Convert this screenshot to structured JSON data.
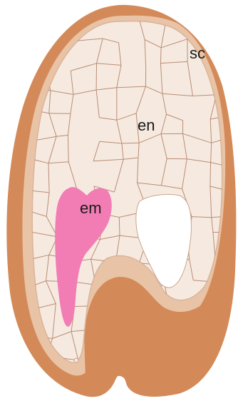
{
  "labels": {
    "seed_coat": "sc",
    "endosperm": "en",
    "embryo": "em"
  },
  "colors": {
    "seed_coat_outer": "#D48A58",
    "seed_coat_inner": "#E8C3A6",
    "endosperm_fill": "#F6EAE0",
    "endosperm_cell_wall": "#B98C74",
    "embryo": "#F27DB5",
    "cavity": "#FFFFFF"
  }
}
